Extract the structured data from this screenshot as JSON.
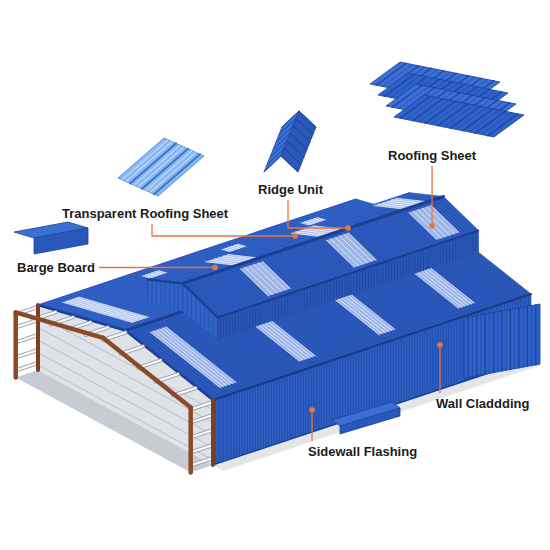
{
  "diagram": {
    "labels": [
      "Roofing Sheet",
      "Ridge Unit",
      "Transparent Roofing Sheet",
      "Barge Board",
      "Wall Claddding",
      "Sidewall Flashing"
    ]
  }
}
